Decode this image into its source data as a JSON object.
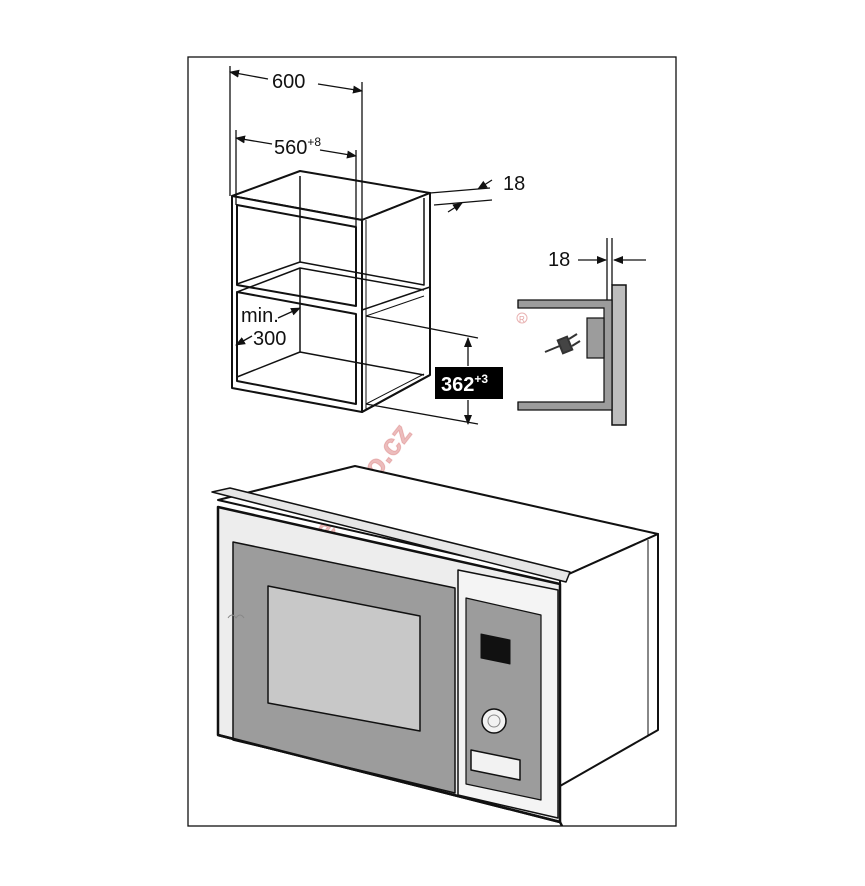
{
  "dimensions": {
    "outer_width": "600",
    "inner_width": "560",
    "inner_width_tolerance": "+8",
    "panel_thickness_top": "18",
    "panel_thickness_side": "18",
    "min_label": "min.",
    "min_depth": "300",
    "opening_height": "362",
    "opening_height_tolerance": "+3"
  },
  "watermark": {
    "text": "HQelektro.cz",
    "color": "#c84040"
  },
  "colors": {
    "line": "#111111",
    "cabinet_fill": "#ffffff",
    "panel_gray": "#9c9c9c",
    "door_glass": "#c8c8c8",
    "wall_gray": "#bdbdbd",
    "highlight_box": "#000000"
  },
  "icons": [
    "plug-icon",
    "registered-icon"
  ]
}
